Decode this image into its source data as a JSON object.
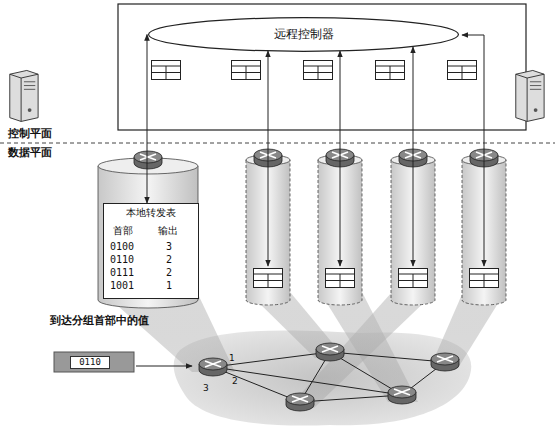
{
  "diagram": {
    "nodes": [
      {
        "text": [
          "远程控制器"
        ]
      },
      {
        "text": [
          "本地转发表"
        ]
      },
      {
        "text": [
          "0110"
        ]
      }
    ],
    "edges": [
      {
        "from": 0,
        "to": 1,
        "arrow": "both"
      }
    ],
    "labels": [
      "控制平面",
      "数据平面",
      "首部",
      "输出",
      "0100",
      "3",
      "0110",
      "2",
      "0111",
      "2",
      "1001",
      "1",
      "到达分组首部中的值",
      "1",
      "2",
      "3"
    ]
  }
}
